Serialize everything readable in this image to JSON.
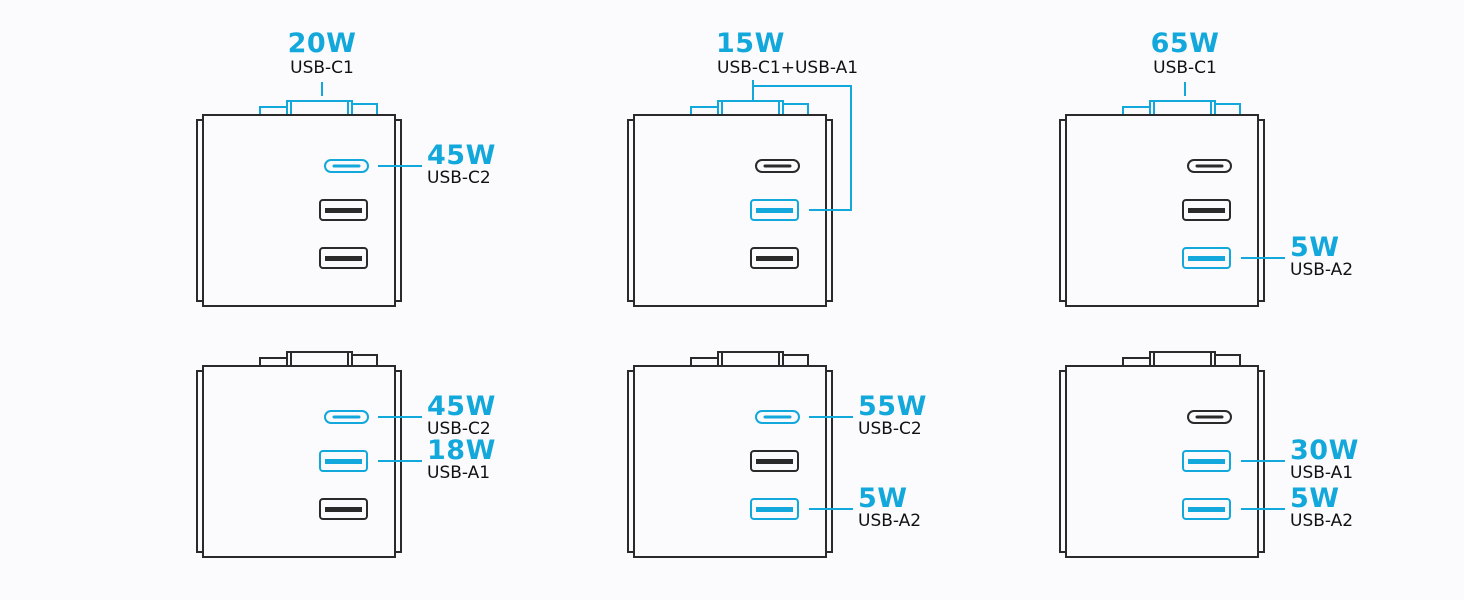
{
  "colors": {
    "accent": "#12a8dc",
    "outline": "#2a2a2a",
    "background": "#fbfbfd"
  },
  "panels": [
    {
      "id": "config-1",
      "ports": {
        "usb_c1": "active",
        "usb_c2": "active",
        "usb_a1": "idle",
        "usb_a2": "idle"
      },
      "top_label": {
        "watt": "20W",
        "port": "USB-C1",
        "link": "c1"
      },
      "side_labels": [
        {
          "watt": "45W",
          "port": "USB-C2",
          "target": "c2"
        }
      ]
    },
    {
      "id": "config-2",
      "ports": {
        "usb_c1": "active",
        "usb_c2": "idle",
        "usb_a1": "active",
        "usb_a2": "idle"
      },
      "top_label": {
        "watt": "15W",
        "port": "USB-C1+USB-A1",
        "link": "c1+a1"
      },
      "side_labels": []
    },
    {
      "id": "config-3",
      "ports": {
        "usb_c1": "active",
        "usb_c2": "idle",
        "usb_a1": "idle",
        "usb_a2": "active"
      },
      "top_label": {
        "watt": "65W",
        "port": "USB-C1",
        "link": "c1"
      },
      "side_labels": [
        {
          "watt": "5W",
          "port": "USB-A2",
          "target": "a2"
        }
      ]
    },
    {
      "id": "config-4",
      "ports": {
        "usb_c1": "idle",
        "usb_c2": "active",
        "usb_a1": "active",
        "usb_a2": "idle"
      },
      "top_label": null,
      "side_labels": [
        {
          "watt": "45W",
          "port": "USB-C2",
          "target": "c2"
        },
        {
          "watt": "18W",
          "port": "USB-A1",
          "target": "a1"
        }
      ]
    },
    {
      "id": "config-5",
      "ports": {
        "usb_c1": "idle",
        "usb_c2": "active",
        "usb_a1": "idle",
        "usb_a2": "active"
      },
      "top_label": null,
      "side_labels": [
        {
          "watt": "55W",
          "port": "USB-C2",
          "target": "c2"
        },
        {
          "watt": "5W",
          "port": "USB-A2",
          "target": "a2"
        }
      ]
    },
    {
      "id": "config-6",
      "ports": {
        "usb_c1": "idle",
        "usb_c2": "idle",
        "usb_a1": "active",
        "usb_a2": "active"
      },
      "top_label": null,
      "side_labels": [
        {
          "watt": "30W",
          "port": "USB-A1",
          "target": "a1"
        },
        {
          "watt": "5W",
          "port": "USB-A2",
          "target": "a2"
        }
      ]
    }
  ]
}
